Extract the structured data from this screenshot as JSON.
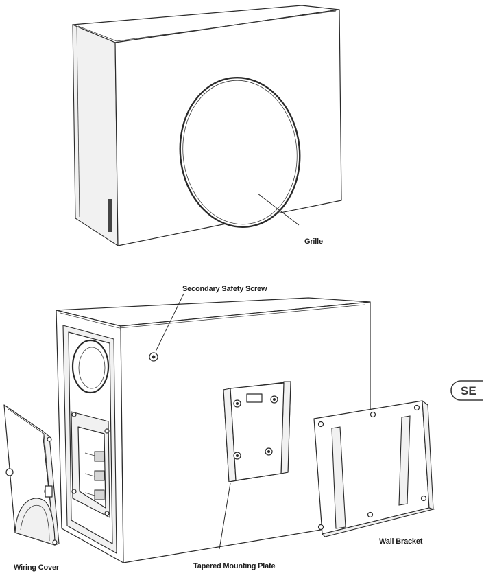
{
  "callouts": {
    "grille": "Grille",
    "secondary_safety_screw": "Secondary Safety Screw",
    "wiring_cover": "Wiring Cover",
    "tapered_mounting_plate": "Tapered Mounting Plate",
    "wall_bracket": "Wall Bracket"
  },
  "side_badge": "SE"
}
